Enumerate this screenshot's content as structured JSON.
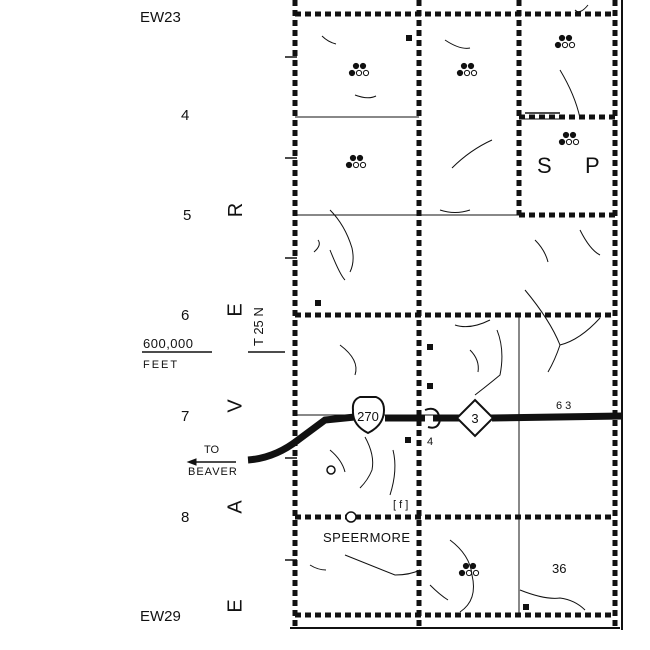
{
  "map": {
    "range_top": "EW23",
    "range_bottom": "EW29",
    "section_edge_numbers": [
      "4",
      "5",
      "6",
      "7",
      "8"
    ],
    "county_letters": [
      "R",
      "E",
      "V",
      "A",
      "E"
    ],
    "township": "T 25 N",
    "coordinate": {
      "value": "600,000",
      "unit": "FEET"
    },
    "direction": {
      "to": "TO",
      "place": "BEAVER"
    },
    "town": "SPEERMORE",
    "highway_us": "270",
    "highway_state": "3",
    "road_number": "63",
    "section_36": "36",
    "marker_s": "S",
    "marker_p": "P",
    "marker_4": "4",
    "bracket_label": "[ f ]",
    "colors": {
      "ink": "#111111",
      "paper": "#ffffff"
    }
  }
}
